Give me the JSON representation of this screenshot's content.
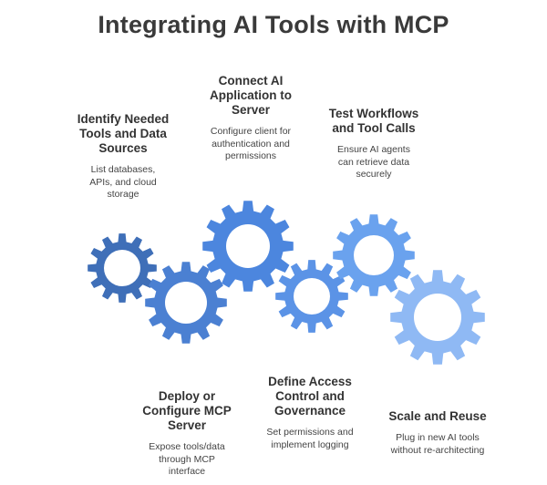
{
  "title": "Integrating AI Tools with MCP",
  "colors": {
    "background": "#ffffff",
    "title": "#3a3a3a",
    "gear_1": "#3f6fb8",
    "gear_2": "#4b80d2",
    "gear_3": "#4c86de",
    "gear_4": "#5b93e6",
    "gear_5": "#6aa2ee",
    "gear_6": "#8fb9f4"
  },
  "steps": [
    {
      "heading": "Identify Needed\nTools and Data\nSources",
      "description": "List databases,\nAPIs, and cloud\nstorage"
    },
    {
      "heading": "Connect AI\nApplication to\nServer",
      "description": "Configure client for\nauthentication and\npermissions"
    },
    {
      "heading": "Test Workflows\nand Tool Calls",
      "description": "Ensure AI agents\ncan retrieve data\nsecurely"
    },
    {
      "heading": "Deploy or\nConfigure MCP\nServer",
      "description": "Expose tools/data\nthrough MCP\ninterface"
    },
    {
      "heading": "Define Access\nControl and\nGovernance",
      "description": "Set permissions and\nimplement logging"
    },
    {
      "heading": "Scale and Reuse",
      "description": "Plug in new AI tools\nwithout re-architecting"
    }
  ],
  "gears": [
    {
      "step": "Identify Needed Tools and Data Sources",
      "color_key": "gear_1",
      "icon": "gear-icon"
    },
    {
      "step": "Deploy or Configure MCP Server",
      "color_key": "gear_2",
      "icon": "gear-icon"
    },
    {
      "step": "Connect AI Application to Server",
      "color_key": "gear_3",
      "icon": "gear-icon"
    },
    {
      "step": "Define Access Control and Governance",
      "color_key": "gear_4",
      "icon": "gear-icon"
    },
    {
      "step": "Test Workflows and Tool Calls",
      "color_key": "gear_5",
      "icon": "gear-icon"
    },
    {
      "step": "Scale and Reuse",
      "color_key": "gear_6",
      "icon": "gear-icon"
    }
  ]
}
